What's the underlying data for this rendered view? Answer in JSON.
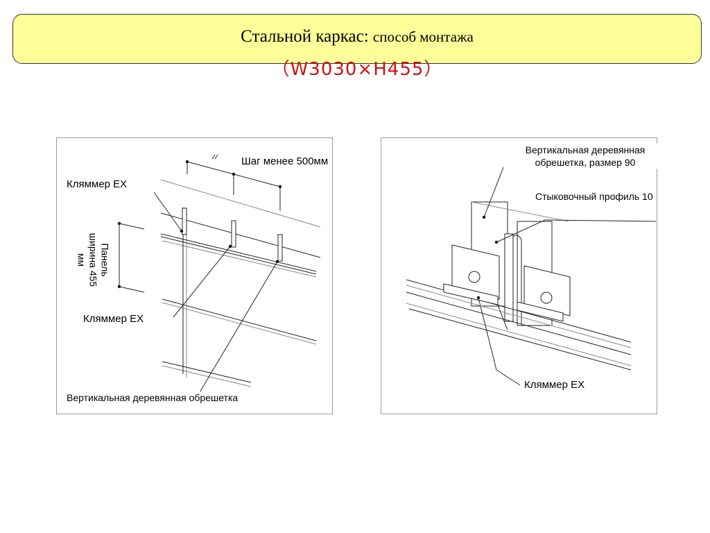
{
  "header": {
    "title_main": "Стальной каркас: ",
    "title_sub": "способ монтажа",
    "dimensions": "（W3030×H455）"
  },
  "left_diagram": {
    "pitch_label": "Шаг менее 500мм",
    "clip_label_top": "Кляммер EX",
    "clip_label_bottom": "Кляммер EX",
    "panel_width_label_1": "Панель",
    "panel_width_label_2": "ширина 455",
    "panel_width_label_3": "мм",
    "batten_label": "Вертикальная деревянная обрешетка"
  },
  "right_diagram": {
    "batten_label_1": "Вертикальная деревянная",
    "batten_label_2": "обрешетка, размер 90",
    "joint_profile_label": "Стыковочный профиль 10",
    "clip_label": "Кляммер EX"
  }
}
